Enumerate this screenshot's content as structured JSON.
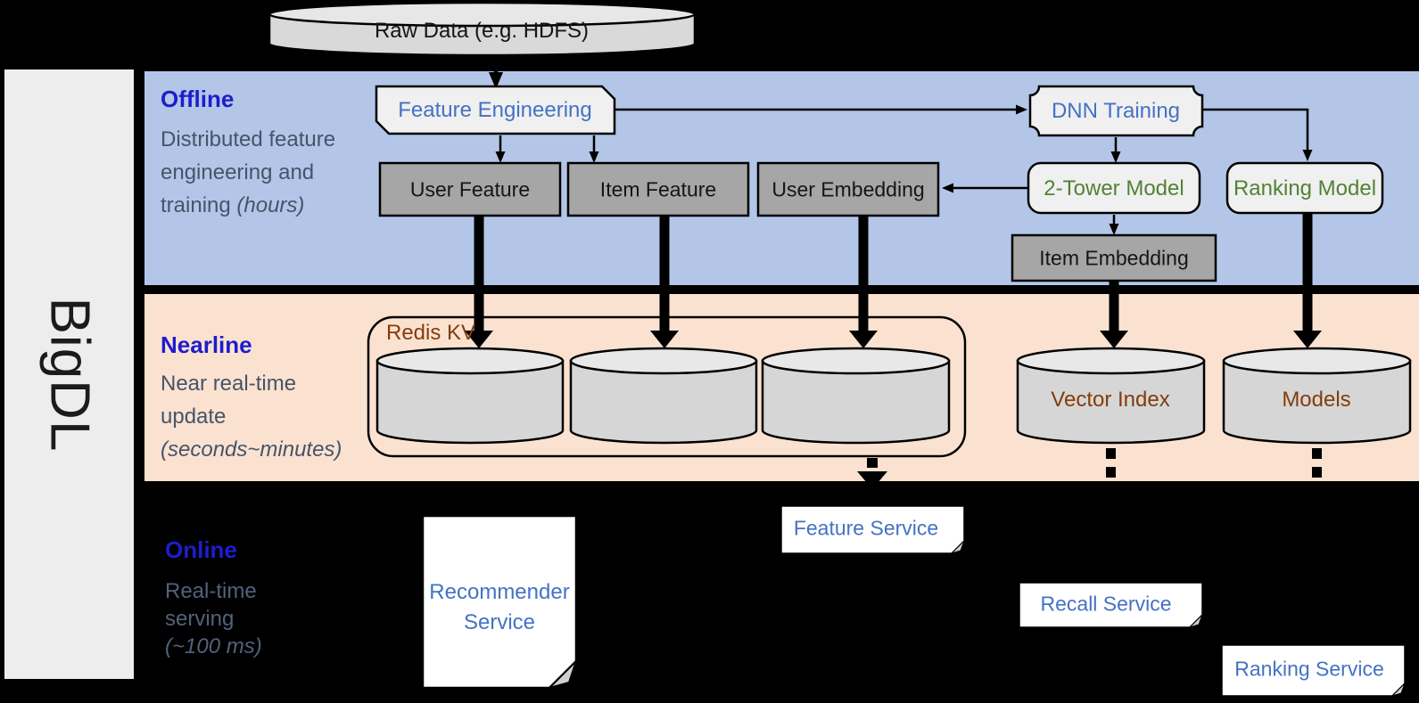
{
  "sidebar": {
    "brand": "BigDL"
  },
  "lanes": {
    "offline": {
      "label": "Offline",
      "desc": "Distributed feature engineering and training ",
      "desc_note": "(hours)"
    },
    "nearline": {
      "label": "Nearline",
      "desc": "Near real-time update ",
      "desc_note": "(seconds~minutes)"
    },
    "online": {
      "label": "Online",
      "desc": "Real-time serving ",
      "desc_note": "(~100 ms)"
    }
  },
  "nodes": {
    "raw_data": "Raw Data (e.g. HDFS)",
    "feature_engineering": "Feature Engineering",
    "dnn_training": "DNN Training",
    "user_feature": "User Feature",
    "item_feature": "Item Feature",
    "user_embedding": "User Embedding",
    "two_tower_model": "2-Tower Model",
    "ranking_model": "Ranking Model",
    "item_embedding": "Item Embedding",
    "redis_kv": "Redis KV",
    "vector_index": "Vector Index",
    "models": "Models",
    "recommender_service": "Recommender Service",
    "feature_service": "Feature Service",
    "recall_service": "Recall Service",
    "ranking_service": "Ranking Service"
  },
  "colors": {
    "offline_band": "#b3c6e7",
    "nearline_band": "#fbe2d0",
    "background": "#000000",
    "accent_blue": "#4472c4",
    "lane_title_blue": "#1d1dcd",
    "green": "#538135",
    "brown": "#843c0c",
    "slate_text": "#44546a",
    "box_gray": "#a6a6a6",
    "shape_light": "#f0f0f0",
    "cylinder_gray": "#d6d6d6"
  }
}
